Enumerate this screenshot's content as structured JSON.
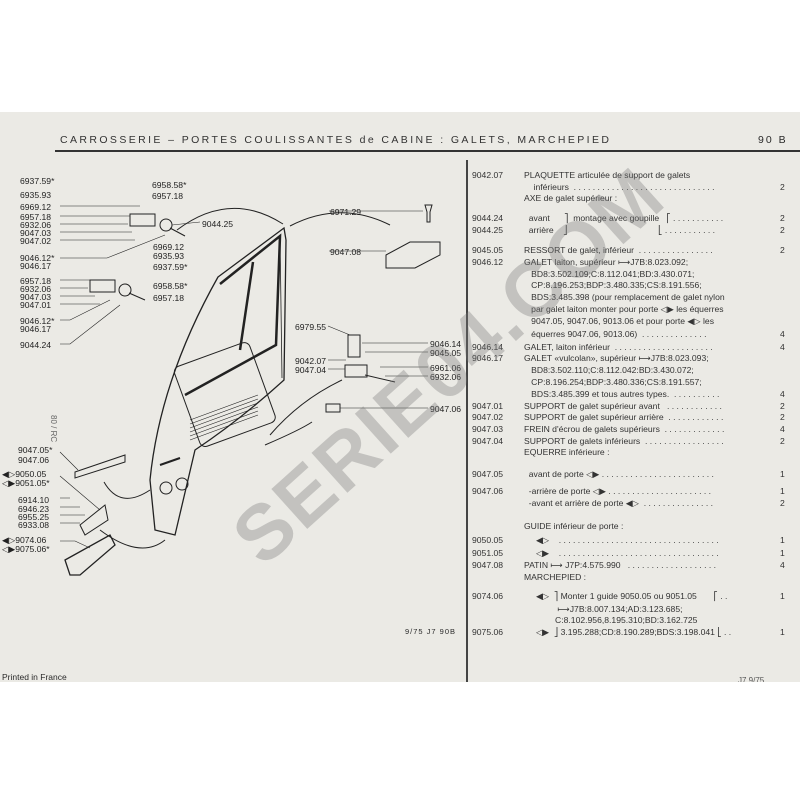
{
  "header": {
    "title": "CARROSSERIE  –  PORTES COULISSANTES de CABINE : GALETS, MARCHEPIED",
    "page": "90 B"
  },
  "diagram_labels": [
    "6937.59*",
    "6935.93",
    "6969.12",
    "6957.18",
    "6932.06",
    "9047.03",
    "9047.02",
    "9046.12*",
    "9046.17",
    "6957.18",
    "6932.06",
    "9047.03",
    "9047.01",
    "9046.12*",
    "9046.17",
    "9044.24",
    "6958.58*",
    "6957.18",
    "9044.25",
    "6969.12",
    "6935.93",
    "6937.59*",
    "6958.58*",
    "6957.18",
    "6971.29",
    "9047.08",
    "6979.55",
    "9042.07",
    "9047.04",
    "9046.14",
    "9045.05",
    "6961.06",
    "6932.06",
    "9047.06",
    "9047.05*",
    "9047.06",
    "◀▷9050.05",
    "◁▶9051.05*",
    "6914.10",
    "6946.23",
    "6955.25",
    "6933.08",
    "◀▷9074.06",
    "◁▶9075.06*"
  ],
  "vertical_mark": "80 / RC",
  "parts": [
    {
      "code": "9042.07",
      "text": "PLAQUETTE articulée de support de galets",
      "qty": ""
    },
    {
      "code": "",
      "text": "    inférieurs  . . . . . . . . . . . . . . . . . . . . . . . . . . . . . .",
      "qty": "2"
    },
    {
      "code": "",
      "text": "AXE de galet supérieur :",
      "qty": ""
    },
    {
      "code": "9044.24",
      "text": "  avant      ⎤  montage avec goupille   ⎡ . . . . . . . . . . .",
      "qty": "2"
    },
    {
      "code": "9044.25",
      "text": "  arrière    ⎦                                      ⎣ . . . . . . . . . . .",
      "qty": "2"
    },
    {
      "code": "9045.05",
      "text": "RESSORT de galet, inférieur  . . . . . . . . . . . . . . . .",
      "qty": "2"
    },
    {
      "code": "9046.12",
      "text": "GALET laiton, supérieur ⟼J7B:8.023.092;",
      "qty": ""
    },
    {
      "code": "",
      "text": "   BD8:3.502.109;C:8.112.041;BD:3.430.071;",
      "qty": ""
    },
    {
      "code": "",
      "text": "   CP:8.196.253;BDP:3.480.335;CS:8.191.556;",
      "qty": ""
    },
    {
      "code": "",
      "text": "   BDS:3.485.398 (pour remplacement de galet nylon",
      "qty": ""
    },
    {
      "code": "",
      "text": "   par galet laiton monter pour porte ◁▶ les équerres",
      "qty": ""
    },
    {
      "code": "",
      "text": "   9047.05, 9047.06, 9013.06 et pour porte ◀▷ les",
      "qty": ""
    },
    {
      "code": "",
      "text": "   équerres 9047.06, 9013.06)  . . . . . . . . . . . . . .",
      "qty": "4"
    },
    {
      "code": "9046.14",
      "text": "GALET, laiton inférieur  . . . . . . . . . . . . . . . . . . . . .",
      "qty": "4"
    },
    {
      "code": "9046.17",
      "text": "GALET «vulcolan», supérieur ⟼J7B:8.023.093;",
      "qty": ""
    },
    {
      "code": "",
      "text": "   BD8:3.502.110;C:8.112.042:BD:3.430.072;",
      "qty": ""
    },
    {
      "code": "",
      "text": "   CP:8.196.254;BDP:3.480.336;CS:8.191.557;",
      "qty": ""
    },
    {
      "code": "",
      "text": "   BDS:3.485.399 et tous autres types.  . . . . . . . . . .",
      "qty": "4"
    },
    {
      "code": "9047.01",
      "text": "SUPPORT de galet supérieur avant   . . . . . . . . . . . .",
      "qty": "2"
    },
    {
      "code": "9047.02",
      "text": "SUPPORT de galet supérieur arrière  . . . . . . . . . . . .",
      "qty": "2"
    },
    {
      "code": "9047.03",
      "text": "FREIN d'écrou de galets supérieurs  . . . . . . . . . . . . .",
      "qty": "4"
    },
    {
      "code": "9047.04",
      "text": "SUPPORT de galets inférieurs  . . . . . . . . . . . . . . . . .",
      "qty": "2"
    },
    {
      "code": "",
      "text": "EQUERRE inférieure :",
      "qty": ""
    },
    {
      "code": "9047.05",
      "text": "  avant de porte ◁▶ . . . . . . . . . . . . . . . . . . . . . . . .",
      "qty": "1"
    },
    {
      "code": "9047.06",
      "text": "  -arrière de porte ◁▶ . . . . . . . . . . . . . . . . . . . . . .",
      "qty": "1"
    },
    {
      "code": "",
      "text": "  -avant et arrière de porte ◀▷  . . . . . . . . . . . . . . .",
      "qty": "2"
    },
    {
      "code": "",
      "text": "GUIDE inférieur de porte :",
      "qty": ""
    },
    {
      "code": "9050.05",
      "text": "     ◀▷    . . . . . . . . . . . . . . . . . . . . . . . . . . . . . . . . . .",
      "qty": "1"
    },
    {
      "code": "9051.05",
      "text": "     ◁▶    . . . . . . . . . . . . . . . . . . . . . . . . . . . . . . . . . .",
      "qty": "1"
    },
    {
      "code": "9047.08",
      "text": "PATIN ⟼ J7P:4.575.990   . . . . . . . . . . . . . . . . . . .",
      "qty": "4"
    },
    {
      "code": "",
      "text": "MARCHEPIED :",
      "qty": ""
    },
    {
      "code": "9074.06",
      "text": "     ◀▷  ⎤ Monter 1 guide 9050.05 ou 9051.05       ⎡ . .",
      "qty": "1"
    },
    {
      "code": "",
      "text": "              ⟼J7B:8.007.134;AD:3.123.685;",
      "qty": ""
    },
    {
      "code": "",
      "text": "             C:8.102.956,8.195.310;BD:3.162.725",
      "qty": ""
    },
    {
      "code": "9075.06",
      "text": "     ◁▶  ⎦ 3.195.288;CD:8.190.289;BDS:3.198.041 ⎣ . .",
      "qty": "1"
    }
  ],
  "reference": "9/75  J7 90B",
  "footer": {
    "printed": "Printed in France",
    "right": "J7   9/75"
  },
  "watermark": "SERIE04.COM"
}
